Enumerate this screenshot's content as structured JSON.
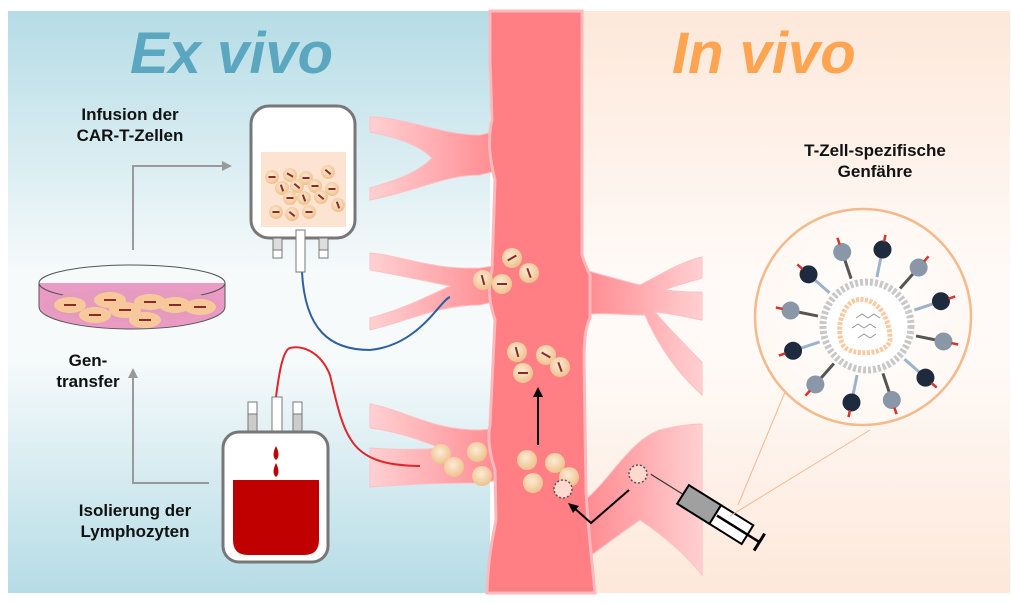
{
  "sections": {
    "ex_vivo": {
      "title": "Ex vivo",
      "title_color": "#5BA7BF",
      "background_top": "#B5DCE6",
      "background_mid": "#F6FAFB",
      "steps": {
        "infusion_line1": "Infusion der",
        "infusion_line2": "CAR-T-Zellen",
        "gene_transfer_line1": "Gen-",
        "gene_transfer_line2": "transfer",
        "isolation_line1": "Isolierung der",
        "isolation_line2": "Lymphozyten"
      }
    },
    "in_vivo": {
      "title": "In vivo",
      "title_color": "#FFA552",
      "background_top": "#FDE8DA",
      "background_mid": "#FFFAF7",
      "vector_label_line1": "T-Zell-spezifische",
      "vector_label_line2": "Genfähre"
    }
  },
  "colors": {
    "vessel": "#FF7F85",
    "vessel_light": "#FFC6C8",
    "cell": "#F7D3A6",
    "cell_mark": "#8B2A2A",
    "blood": "#C00000",
    "tube_blue": "#2E5FA0",
    "tube_red": "#E0262A",
    "arrow_gray": "#9A9A9A",
    "zoom_circle": "#F5B98A",
    "dish": "#E99BC3"
  }
}
